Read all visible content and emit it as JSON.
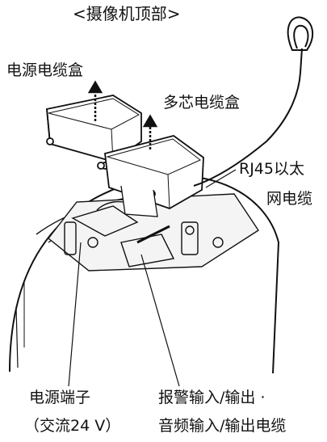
{
  "title": "<摄像机顶部>",
  "labels": {
    "power_box": "电源电缆盒",
    "multi_core_box": "多芯电缆盒",
    "rj45_line1": "RJ45以太",
    "rj45_line2": "网电缆",
    "power_terminal_line1": "电源端子",
    "power_terminal_line2": "（交流24 V）",
    "alarm_line1": "报警输入/输出 ·",
    "alarm_line2": "音频输入/输出电缆"
  }
}
